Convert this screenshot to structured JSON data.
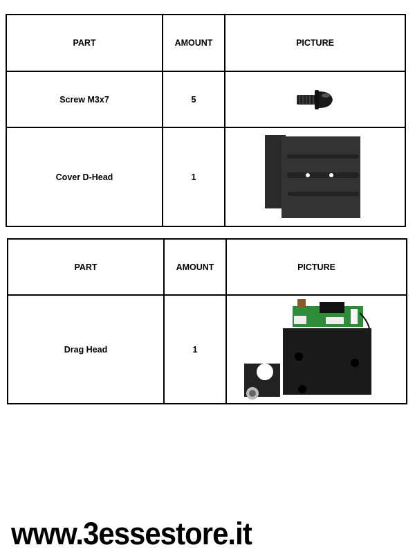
{
  "tables": [
    {
      "headers": {
        "part": "PART",
        "amount": "AMOUNT",
        "picture": "PICTURE"
      },
      "rows": [
        {
          "part": "Screw M3x7",
          "amount": "5",
          "picture": "screw-image"
        },
        {
          "part": "Cover D-Head",
          "amount": "1",
          "picture": "cover-image"
        }
      ]
    },
    {
      "headers": {
        "part": "PART",
        "amount": "AMOUNT",
        "picture": "PICTURE"
      },
      "rows": [
        {
          "part": "Drag Head",
          "amount": "1",
          "picture": "drag-head-image"
        }
      ]
    }
  ],
  "footer": {
    "website": "www.3essestore.it"
  }
}
